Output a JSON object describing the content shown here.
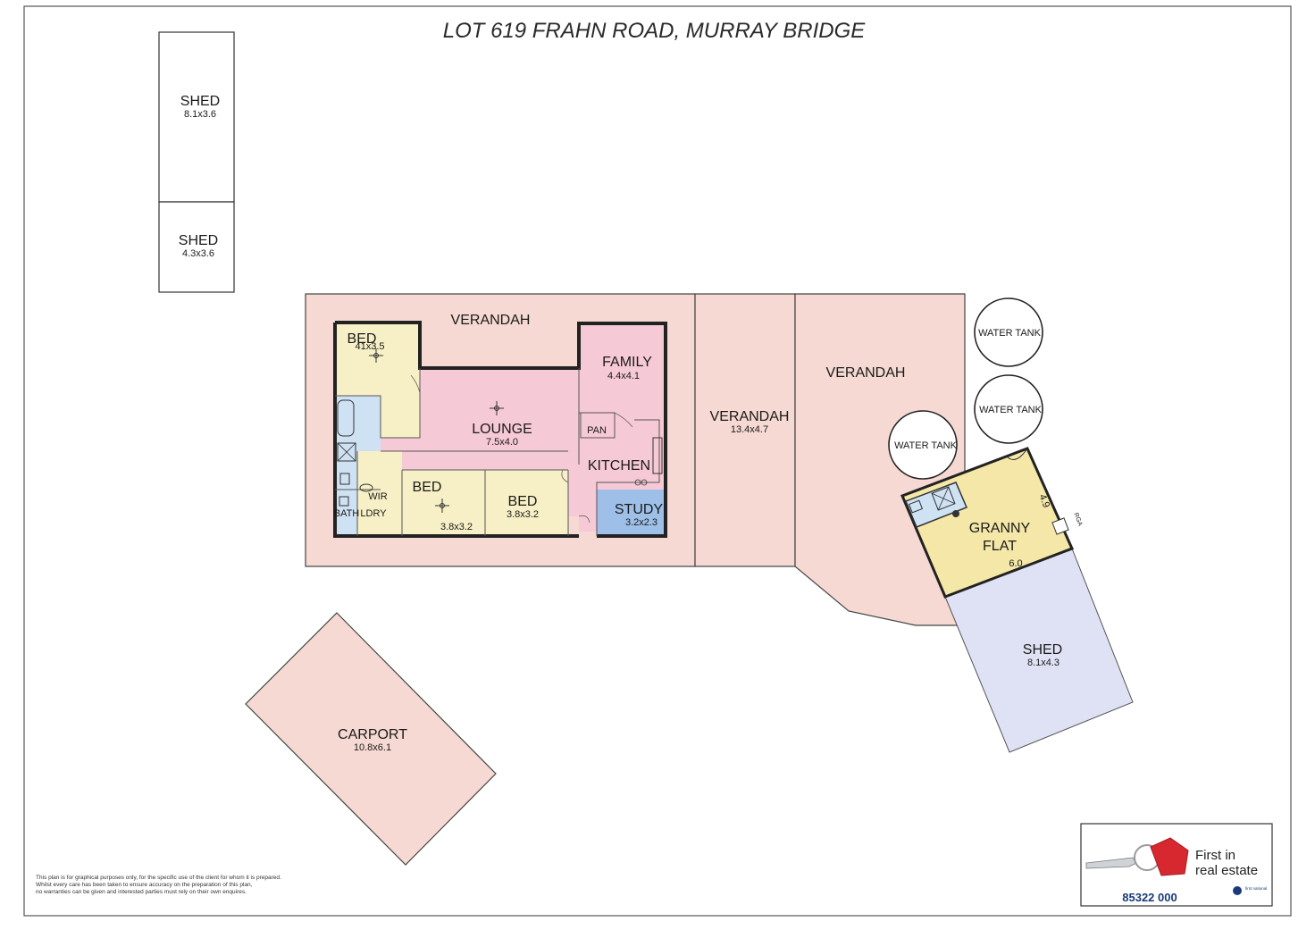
{
  "title": "LOT 619 FRAHN ROAD, MURRAY BRIDGE",
  "colors": {
    "verandah": "#f5d9d2",
    "bed": "#f7f0c6",
    "lounge": "#f6c9d6",
    "wet": "#cfe2f3",
    "study": "#9ec0e8",
    "granny": "#f4e7a8",
    "shed_blue": "#dfe2f4",
    "outline": "#333333"
  },
  "structures": {
    "shed_top": {
      "name": "SHED",
      "dims": "8.1x3.6"
    },
    "shed_small": {
      "name": "SHED",
      "dims": "4.3x3.6"
    },
    "verandah_main": {
      "name": "VERANDAH"
    },
    "verandah_mid": {
      "name": "VERANDAH",
      "dims": "13.4x4.7"
    },
    "verandah_right": {
      "name": "VERANDAH"
    },
    "water_tank_1": {
      "name": "WATER TANK"
    },
    "water_tank_2": {
      "name": "WATER TANK"
    },
    "water_tank_3": {
      "name": "WATER TANK"
    },
    "granny_flat": {
      "name1": "GRANNY",
      "name2": "FLAT",
      "dim_width": "6.0",
      "dim_depth": "4.9",
      "tag": "RGA"
    },
    "shed_right": {
      "name": "SHED",
      "dims": "8.1x4.3"
    },
    "carport": {
      "name": "CARPORT",
      "dims": "10.8x6.1"
    }
  },
  "rooms": {
    "bed1": {
      "name": "BED",
      "dims": "41x3.5"
    },
    "lounge": {
      "name": "LOUNGE",
      "dims": "7.5x4.0"
    },
    "family": {
      "name": "FAMILY",
      "dims": "4.4x4.1"
    },
    "pan": {
      "name": "PAN"
    },
    "kitchen": {
      "name": "KITCHEN"
    },
    "bed2": {
      "name": "BED",
      "dims": "3.8x3.2"
    },
    "bed3": {
      "name": "BED",
      "dims": "3.8x3.2"
    },
    "study": {
      "name": "STUDY",
      "dims": "3.2x2.3"
    },
    "wir": {
      "name": "WIR"
    },
    "bath": {
      "name": "BATH"
    },
    "ldry": {
      "name": "LDRY"
    }
  },
  "disclaimer": [
    "This plan is for graphical purposes only, for the specific use of the client for whom it is prepared.",
    "Whilst every care has been taken to ensure accuracy on the preparation of this plan,",
    "no warranties can be given and interested parties must rely on their own enquires."
  ],
  "agency": {
    "line1": "First in",
    "line2": "real estate",
    "phone": "85322 000",
    "brand": "first national"
  }
}
